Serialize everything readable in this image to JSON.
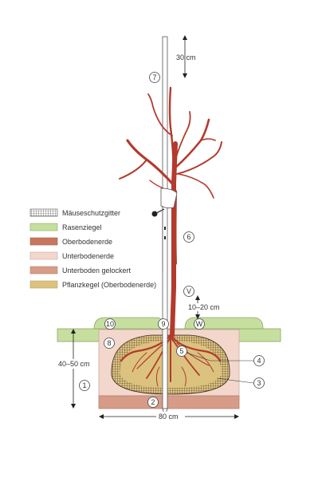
{
  "legend": {
    "items": [
      {
        "label": "Mäuseschutzgitter",
        "swatch": "grid-pattern"
      },
      {
        "label": "Rasenziegel",
        "color": "#c6df9f"
      },
      {
        "label": "Oberbodenerde",
        "color": "#c8765f"
      },
      {
        "label": "Unterbodenerde",
        "color": "#f3d7cc"
      },
      {
        "label": "Unterboden gelockert",
        "color": "#d79c87"
      },
      {
        "label": "Pflanzkegel (Oberbodenerde)",
        "color": "#dcc27f"
      }
    ]
  },
  "dimensions": {
    "stake_top": "30 cm",
    "ring_gap": "10–20 cm",
    "pit_depth": "40–50 cm",
    "pit_width": "80 cm"
  },
  "markers": [
    "1",
    "2",
    "3",
    "4",
    "5",
    "6",
    "7",
    "8",
    "9",
    "10",
    "V",
    "W"
  ],
  "colors": {
    "tree": "#b33a2c",
    "stake": "#ffffff",
    "outline": "#555555"
  }
}
